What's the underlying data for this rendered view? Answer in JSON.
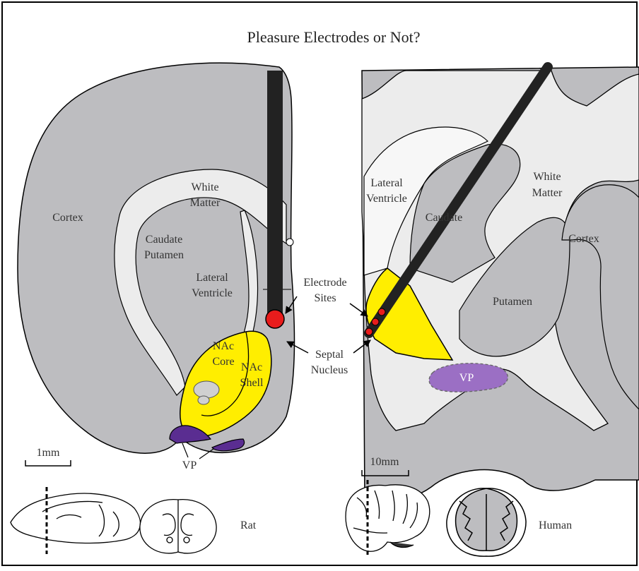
{
  "title": "Pleasure Electrodes or Not?",
  "rat_panel": {
    "labels": {
      "cortex": "Cortex",
      "white_matter_1": "White",
      "white_matter_2": "Matter",
      "caudate_1": "Caudate",
      "caudate_2": "Putamen",
      "lateral_ventricle_1": "Lateral",
      "lateral_ventricle_2": "Ventricle",
      "nac_core_1": "NAc",
      "nac_core_2": "Core",
      "nac_shell_1": "NAc",
      "nac_shell_2": "Shell",
      "vp": "VP"
    },
    "scale_bar": "1mm",
    "species": "Rat"
  },
  "human_panel": {
    "labels": {
      "lateral_ventricle_1": "Lateral",
      "lateral_ventricle_2": "Ventricle",
      "caudate": "Caudate",
      "white_matter_1": "White",
      "white_matter_2": "Matter",
      "cortex": "Cortex",
      "putamen": "Putamen",
      "vp": "VP"
    },
    "scale_bar": "10mm",
    "species": "Human"
  },
  "callouts": {
    "electrode_sites_1": "Electrode",
    "electrode_sites_2": "Sites",
    "septal_nucleus_1": "Septal",
    "septal_nucleus_2": "Nucleus"
  },
  "colors": {
    "gray_matter": "#bdbdc0",
    "white_matter": "#ececec",
    "nac": "#ffee00",
    "vp_rat": "#5a2d91",
    "vp_human": "#9b6fc4",
    "electrode": "#222222",
    "electrode_tip": "#e81c1c"
  }
}
